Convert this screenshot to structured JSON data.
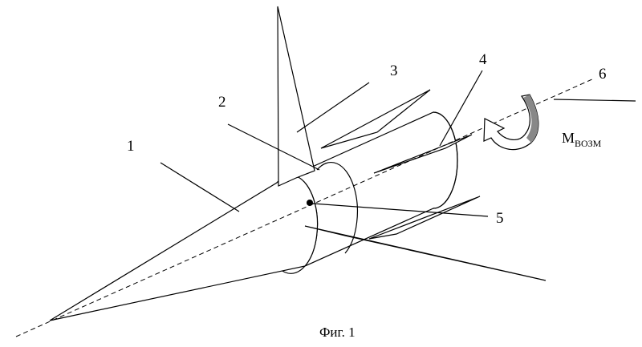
{
  "figure": {
    "caption": "Фиг. 1",
    "labels": {
      "l1": "1",
      "l2": "2",
      "l3": "3",
      "l4": "4",
      "l5": "5",
      "l6": "6"
    },
    "moment": {
      "main": "M",
      "sub": "ВОЗМ"
    }
  }
}
